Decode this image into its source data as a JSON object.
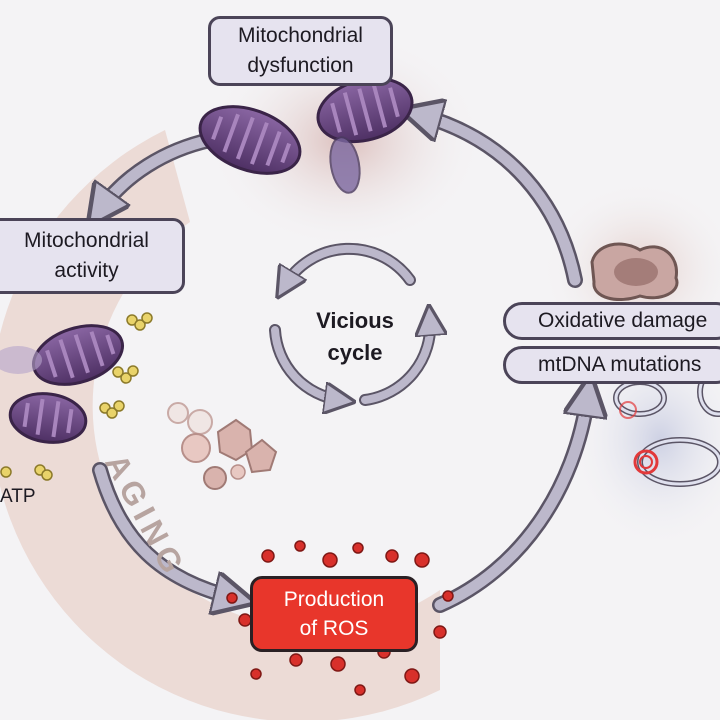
{
  "cycle": {
    "center_label_line1": "Vicious",
    "center_label_line2": "cycle"
  },
  "nodes": {
    "dysfunction": {
      "line1": "Mitochondrial",
      "line2": "dysfunction"
    },
    "activity": {
      "line1": "Mitochondrial",
      "line2": "activity"
    },
    "ros": {
      "line1": "Production",
      "line2": "of ROS"
    },
    "oxidative_damage": "Oxidative damage",
    "mtdna_mutations": "mtDNA mutations"
  },
  "band_label": "AGING",
  "atp_label": "ATP",
  "colors": {
    "box_fill": "#e6e3ef",
    "box_border": "#4b4458",
    "ros_fill": "#e8362b",
    "mito_purple": "#6e4a86",
    "aging_band": "#ead6d0",
    "arrow": "#b9b5c8",
    "ros_particle": "#d8302b"
  }
}
